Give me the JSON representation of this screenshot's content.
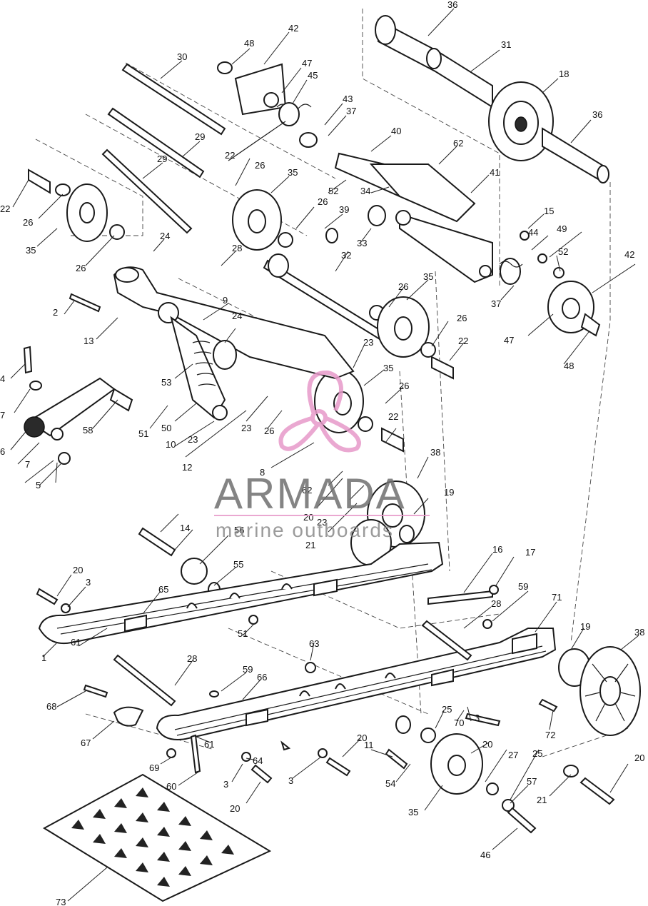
{
  "watermark": {
    "brand": "ARMADA",
    "tagline": "marine outboards",
    "accent_color": "#e79ac9",
    "text_color": "#6f6f6f"
  },
  "callouts": [
    {
      "id": "c36a",
      "label": "36"
    },
    {
      "id": "c31",
      "label": "31"
    },
    {
      "id": "c18",
      "label": "18"
    },
    {
      "id": "c36b",
      "label": "36"
    },
    {
      "id": "c48a",
      "label": "48"
    },
    {
      "id": "c42a",
      "label": "42"
    },
    {
      "id": "c30",
      "label": "30"
    },
    {
      "id": "c47a",
      "label": "47"
    },
    {
      "id": "c45",
      "label": "45"
    },
    {
      "id": "c43",
      "label": "43"
    },
    {
      "id": "c37a",
      "label": "37"
    },
    {
      "id": "c40",
      "label": "40"
    },
    {
      "id": "c29a",
      "label": "29"
    },
    {
      "id": "c29b",
      "label": "29"
    },
    {
      "id": "c22a",
      "label": "22"
    },
    {
      "id": "c26a",
      "label": "26"
    },
    {
      "id": "c35a",
      "label": "35"
    },
    {
      "id": "c62a",
      "label": "62"
    },
    {
      "id": "c52a",
      "label": "52"
    },
    {
      "id": "c34",
      "label": "34"
    },
    {
      "id": "c41",
      "label": "41"
    },
    {
      "id": "c22b",
      "label": "22"
    },
    {
      "id": "c26b",
      "label": "26"
    },
    {
      "id": "c35b",
      "label": "35"
    },
    {
      "id": "c26c",
      "label": "26"
    },
    {
      "id": "c39",
      "label": "39"
    },
    {
      "id": "c15",
      "label": "15"
    },
    {
      "id": "c24a",
      "label": "24"
    },
    {
      "id": "c33",
      "label": "33"
    },
    {
      "id": "c44",
      "label": "44"
    },
    {
      "id": "c49",
      "label": "49"
    },
    {
      "id": "c26d",
      "label": "26"
    },
    {
      "id": "c28a",
      "label": "28"
    },
    {
      "id": "c32",
      "label": "32"
    },
    {
      "id": "c52b",
      "label": "52"
    },
    {
      "id": "c42b",
      "label": "42"
    },
    {
      "id": "c2",
      "label": "2"
    },
    {
      "id": "c13",
      "label": "13"
    },
    {
      "id": "c9",
      "label": "9"
    },
    {
      "id": "c26e",
      "label": "26"
    },
    {
      "id": "c35c",
      "label": "35"
    },
    {
      "id": "c37b",
      "label": "37"
    },
    {
      "id": "c47b",
      "label": "47"
    },
    {
      "id": "c26f",
      "label": "26"
    },
    {
      "id": "c22c",
      "label": "22"
    },
    {
      "id": "c24b",
      "label": "24"
    },
    {
      "id": "c48b",
      "label": "48"
    },
    {
      "id": "c4",
      "label": "4"
    },
    {
      "id": "c23a",
      "label": "23"
    },
    {
      "id": "c53",
      "label": "53"
    },
    {
      "id": "c35d",
      "label": "35"
    },
    {
      "id": "c7a",
      "label": "7"
    },
    {
      "id": "c26g",
      "label": "26"
    },
    {
      "id": "c58",
      "label": "58"
    },
    {
      "id": "c51a",
      "label": "51"
    },
    {
      "id": "c50",
      "label": "50"
    },
    {
      "id": "c23b",
      "label": "23"
    },
    {
      "id": "c22d",
      "label": "22"
    },
    {
      "id": "c26h",
      "label": "26"
    },
    {
      "id": "c6",
      "label": "6"
    },
    {
      "id": "c10",
      "label": "10"
    },
    {
      "id": "c23c",
      "label": "23"
    },
    {
      "id": "c7b",
      "label": "7"
    },
    {
      "id": "c12",
      "label": "12"
    },
    {
      "id": "c8",
      "label": "8"
    },
    {
      "id": "c5",
      "label": "5"
    },
    {
      "id": "c38a",
      "label": "38"
    },
    {
      "id": "c62b",
      "label": "62"
    },
    {
      "id": "c19a",
      "label": "19"
    },
    {
      "id": "c20a",
      "label": "20"
    },
    {
      "id": "c23d",
      "label": "23"
    },
    {
      "id": "c21a",
      "label": "21"
    },
    {
      "id": "c14",
      "label": "14"
    },
    {
      "id": "c56",
      "label": "56"
    },
    {
      "id": "c55",
      "label": "55"
    },
    {
      "id": "c16",
      "label": "16"
    },
    {
      "id": "c17",
      "label": "17"
    },
    {
      "id": "c20b",
      "label": "20"
    },
    {
      "id": "c3a",
      "label": "3"
    },
    {
      "id": "c65",
      "label": "65"
    },
    {
      "id": "c59a",
      "label": "59"
    },
    {
      "id": "c28b",
      "label": "28"
    },
    {
      "id": "c71",
      "label": "71"
    },
    {
      "id": "c19b",
      "label": "19"
    },
    {
      "id": "c38b",
      "label": "38"
    },
    {
      "id": "c51b",
      "label": "51"
    },
    {
      "id": "c1",
      "label": "1"
    },
    {
      "id": "c61a",
      "label": "61"
    },
    {
      "id": "c63",
      "label": "63"
    },
    {
      "id": "c28c",
      "label": "28"
    },
    {
      "id": "c68",
      "label": "68"
    },
    {
      "id": "c59b",
      "label": "59"
    },
    {
      "id": "c66",
      "label": "66"
    },
    {
      "id": "c25a",
      "label": "25"
    },
    {
      "id": "c3b",
      "label": "3"
    },
    {
      "id": "c70",
      "label": "70"
    },
    {
      "id": "c72",
      "label": "72"
    },
    {
      "id": "c67",
      "label": "67"
    },
    {
      "id": "c20c",
      "label": "20"
    },
    {
      "id": "c61b",
      "label": "61"
    },
    {
      "id": "c20d",
      "label": "20"
    },
    {
      "id": "c11",
      "label": "11"
    },
    {
      "id": "c27",
      "label": "27"
    },
    {
      "id": "c25b",
      "label": "25"
    },
    {
      "id": "c69",
      "label": "69"
    },
    {
      "id": "c64",
      "label": "64"
    },
    {
      "id": "c3c",
      "label": "3"
    },
    {
      "id": "c3d",
      "label": "3"
    },
    {
      "id": "c54",
      "label": "54"
    },
    {
      "id": "c57",
      "label": "57"
    },
    {
      "id": "c21b",
      "label": "21"
    },
    {
      "id": "c20e",
      "label": "20"
    },
    {
      "id": "c60",
      "label": "60"
    },
    {
      "id": "c20f",
      "label": "20"
    },
    {
      "id": "c35e",
      "label": "35"
    },
    {
      "id": "c46",
      "label": "46"
    },
    {
      "id": "c73",
      "label": "73"
    }
  ]
}
